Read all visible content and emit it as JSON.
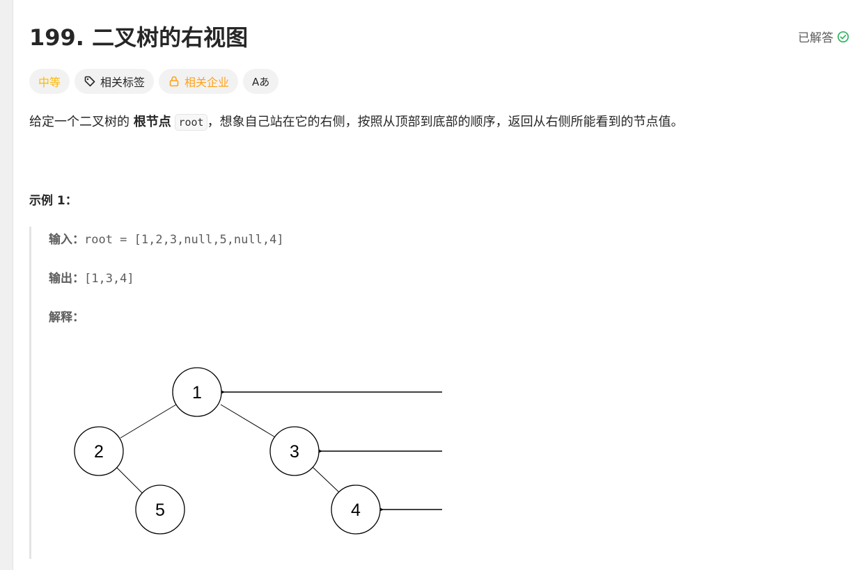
{
  "problem": {
    "title": "199. 二叉树的右视图",
    "status_label": "已解答",
    "tags": {
      "difficulty": "中等",
      "related_tags": "相关标签",
      "related_companies": "相关企业",
      "font_toggle": "Aあ"
    },
    "description": {
      "part1": "给定一个二叉树的 ",
      "bold": "根节点",
      "code": "root",
      "part2": "，想象自己站在它的右侧，按照从顶部到底部的顺序，返回从右侧所能看到的节点值。"
    }
  },
  "example1": {
    "title": "示例 1：",
    "input_label": "输入：",
    "input_value": "root = [1,2,3,null,5,null,4]",
    "output_label": "输出：",
    "output_value": "[1,3,4]",
    "explanation_label": "解释：",
    "tree_nodes": [
      "1",
      "2",
      "3",
      "5",
      "4"
    ]
  },
  "colors": {
    "difficulty_medium": "#ffb800",
    "solved_green": "#2db55d",
    "company_orange": "#ffa116"
  },
  "icons": {
    "solved": "check-circle-icon",
    "tag": "tag-icon",
    "lock": "lock-icon"
  }
}
